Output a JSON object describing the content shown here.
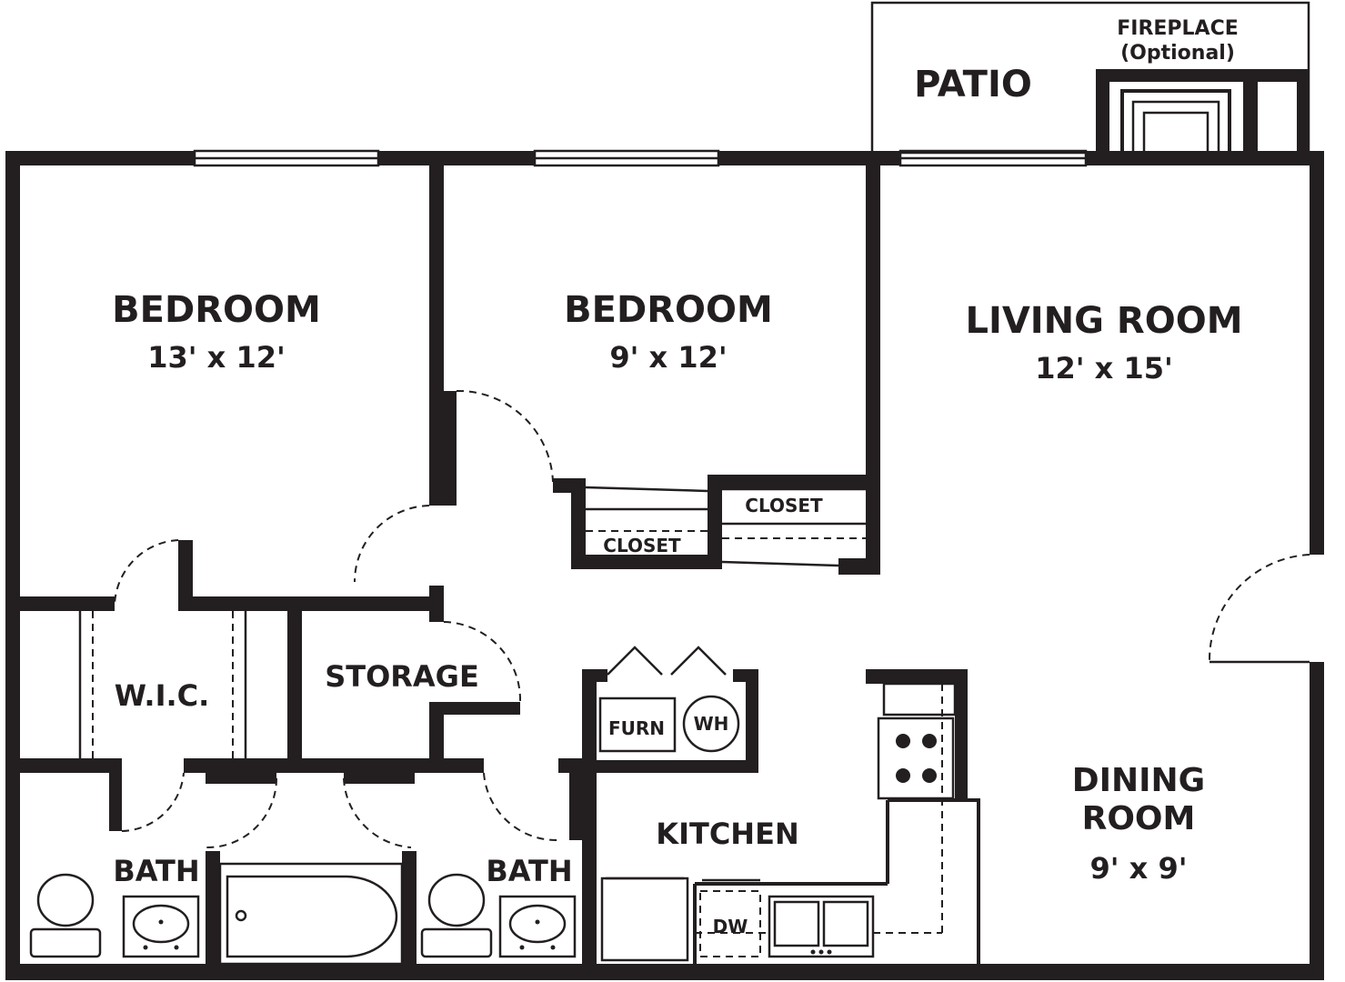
{
  "rooms": {
    "bedroom_1": {
      "name": "BEDROOM",
      "size": "13' x 12'"
    },
    "bedroom_2": {
      "name": "BEDROOM",
      "size": "9' x 12'"
    },
    "living_room": {
      "name": "LIVING ROOM",
      "size": "12' x 15'"
    },
    "dining_room": {
      "name_line1": "DINING",
      "name_line2": "ROOM",
      "size": "9' x 9'"
    },
    "patio": {
      "name": "PATIO"
    },
    "fireplace": {
      "name": "FIREPLACE",
      "note": "(Optional)"
    },
    "closet_1": {
      "name": "CLOSET"
    },
    "closet_2": {
      "name": "CLOSET"
    },
    "wic": {
      "name": "W.I.C."
    },
    "storage": {
      "name": "STORAGE"
    },
    "kitchen": {
      "name": "KITCHEN"
    },
    "bath_1": {
      "name": "BATH"
    },
    "bath_2": {
      "name": "BATH"
    }
  },
  "fixtures": {
    "furnace": "FURN",
    "water_heater": "WH",
    "dishwasher": "DW"
  }
}
